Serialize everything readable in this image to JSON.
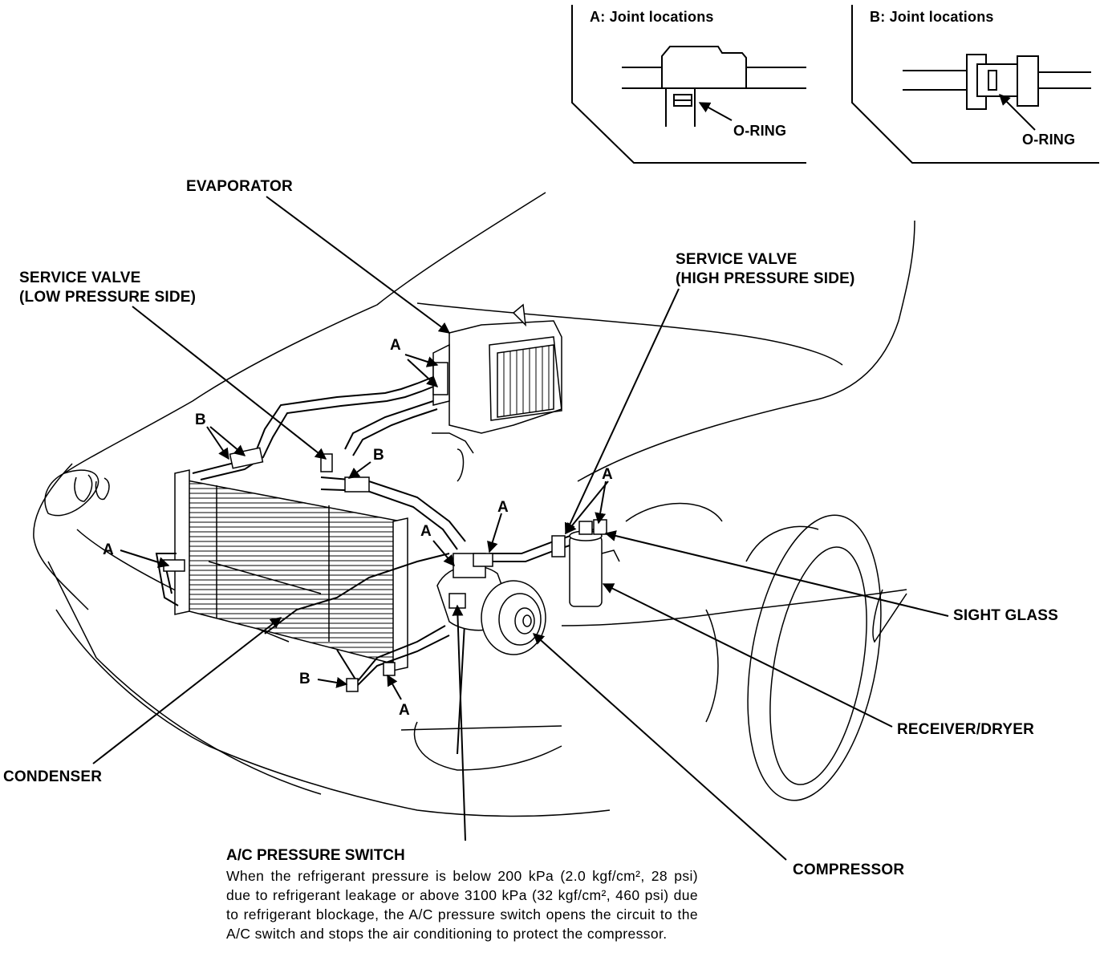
{
  "insets": {
    "a_title": "A: Joint locations",
    "a_oring": "O-RING",
    "b_title": "B: Joint locations",
    "b_oring": "O-RING"
  },
  "labels": {
    "evaporator": "EVAPORATOR",
    "service_valve_low_1": "SERVICE VALVE",
    "service_valve_low_2": "(LOW PRESSURE SIDE)",
    "service_valve_high_1": "SERVICE VALVE",
    "service_valve_high_2": "(HIGH PRESSURE SIDE)",
    "sight_glass": "SIGHT GLASS",
    "receiver_dryer": "RECEIVER/DRYER",
    "condenser": "CONDENSER",
    "compressor": "COMPRESSOR",
    "joint_a": "A",
    "joint_b": "B"
  },
  "pressure_switch": {
    "title": "A/C PRESSURE SWITCH",
    "description": "When the refrigerant pressure is below 200 kPa (2.0 kgf/cm², 28 psi) due to refrigerant leakage or above 3100 kPa (32 kgf/cm², 460 psi) due to refrigerant blockage, the A/C pressure switch opens the circuit to the A/C switch and stops the air conditioning to protect the compressor."
  }
}
